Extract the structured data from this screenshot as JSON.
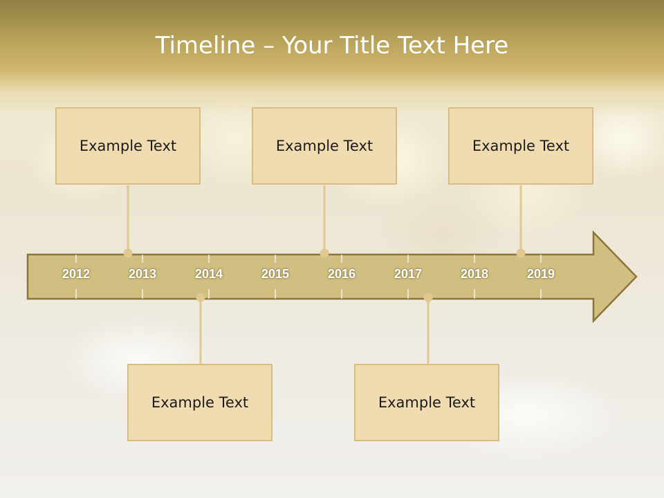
{
  "title": "Timeline – Your Title Text Here",
  "colors": {
    "arrow_fill": "#d1bf82",
    "arrow_stroke": "#8a7536",
    "callout_fill": "#f0dcb0",
    "callout_border": "#d9bd80",
    "connector": "#e0c890",
    "title_band": "#b8a25a"
  },
  "years": [
    "2012",
    "2013",
    "2014",
    "2015",
    "2016",
    "2017",
    "2018",
    "2019"
  ],
  "callouts_above": [
    {
      "text": "Example Text"
    },
    {
      "text": "Example Text"
    },
    {
      "text": "Example Text"
    }
  ],
  "callouts_below": [
    {
      "text": "Example Text"
    },
    {
      "text": "Example Text"
    }
  ]
}
